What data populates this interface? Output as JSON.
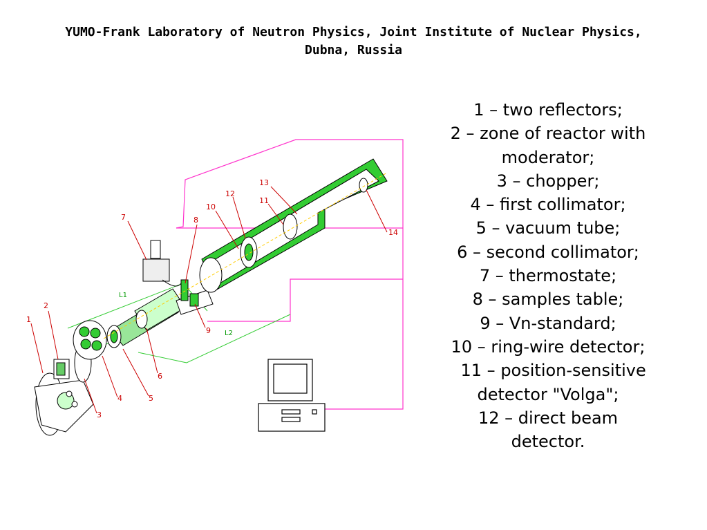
{
  "title": {
    "line1": "YUMO-Frank Laboratory of Neutron Physics, Joint Institute of Nuclear Physics,",
    "line2": "Dubna, Russia"
  },
  "legend": [
    "1 – two reflectors;",
    "2 – zone of reactor with",
    "moderator;",
    "3 – chopper;",
    "4 – first collimator;",
    "5 – vacuum tube;",
    "6 – second collimator;",
    "7 – thermostate;",
    "8 – samples table;",
    "9 – Vn-standard;",
    "10 – ring-wire detector;",
    "  11 – position-sensitive",
    "detector \"Volga\";",
    "12 – direct beam",
    "detector."
  ],
  "diagram": {
    "labels": {
      "l1": "1",
      "l2": "2",
      "l3": "3",
      "l4": "4",
      "l5": "5",
      "l6": "6",
      "l7": "7",
      "l8": "8",
      "l9": "9",
      "l10": "10",
      "l11": "11",
      "l12": "12",
      "l13": "13",
      "l14": "14"
    },
    "dims": {
      "L1": "L1",
      "L2": "L2"
    },
    "colors": {
      "line": "#000000",
      "structure": "#33cc33",
      "callout": "#cc0000",
      "cable": "#ff33cc"
    }
  }
}
